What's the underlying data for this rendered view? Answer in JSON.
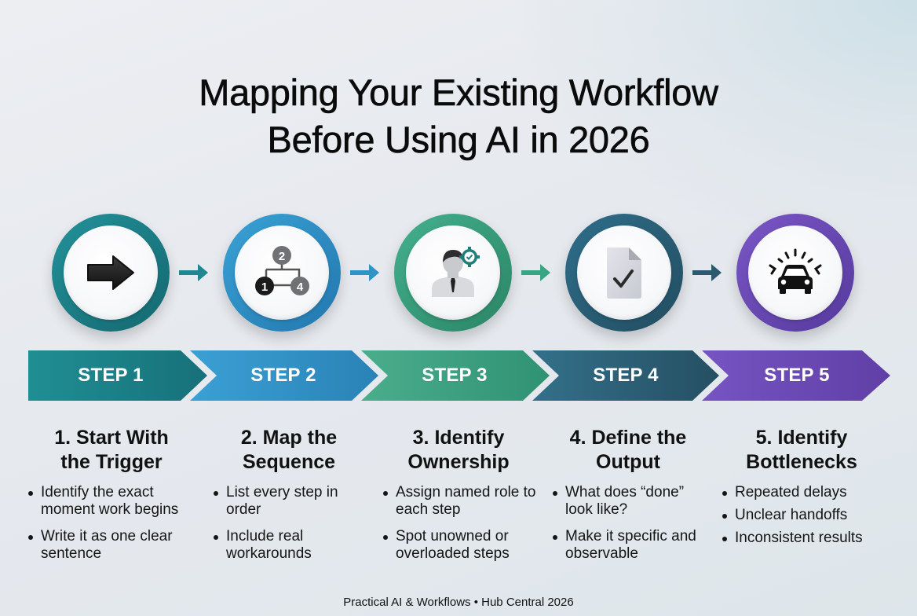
{
  "title": {
    "line1": "Mapping Your Existing Workflow",
    "line2": "Before Using AI in 2026"
  },
  "steps": [
    {
      "chevron_label": "STEP 1",
      "icon": "arrow-right-icon",
      "color": "#1c7e85",
      "heading_line1": "1. Start With",
      "heading_line2": "the Trigger",
      "bullets": [
        "Identify the exact moment work begins",
        "Write it as one clear sentence"
      ]
    },
    {
      "chevron_label": "STEP 2",
      "icon": "sequence-nodes-icon",
      "color": "#2f8fc4",
      "heading_line1": "2. Map the",
      "heading_line2": "Sequence",
      "bullets": [
        "List every step in order",
        "Include real workarounds"
      ],
      "icon_nodes": [
        "2",
        "1",
        "4"
      ]
    },
    {
      "chevron_label": "STEP 3",
      "icon": "person-with-badge-icon",
      "color": "#3aa07e",
      "heading_line1": "3. Identify",
      "heading_line2": "Ownership",
      "bullets": [
        "Assign named role to each step",
        "Spot unowned or overloaded steps"
      ]
    },
    {
      "chevron_label": "STEP 4",
      "icon": "document-check-icon",
      "color": "#2c5f78",
      "heading_line1": "4. Define the",
      "heading_line2": "Output",
      "bullets": [
        "What does “done” look like?",
        "Make it specific and observable"
      ]
    },
    {
      "chevron_label": "STEP 5",
      "icon": "car-alert-icon",
      "color": "#6a4bb4",
      "heading_line1": "5. Identify",
      "heading_line2": "Bottlenecks",
      "bullets": [
        "Repeated delays",
        "Unclear handoffs",
        "Inconsistent results"
      ]
    }
  ],
  "footer": "Practical AI & Workflows • Hub Central 2026"
}
